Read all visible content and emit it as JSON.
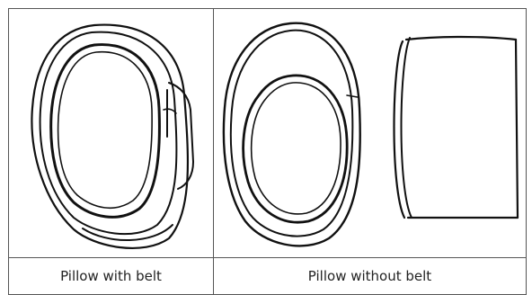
{
  "table": {
    "captions": {
      "with_belt": "Pillow with belt",
      "without_belt": "Pillow without belt"
    }
  },
  "figures": {
    "left_icon": "pillow-with-belt-drawing",
    "right_icon": "pillow-without-belt-drawing",
    "belt_icon": "belt-band-drawing"
  },
  "colors": {
    "border": "#555555",
    "ink": "#111111",
    "caption_text": "#222222",
    "background": "#ffffff"
  }
}
